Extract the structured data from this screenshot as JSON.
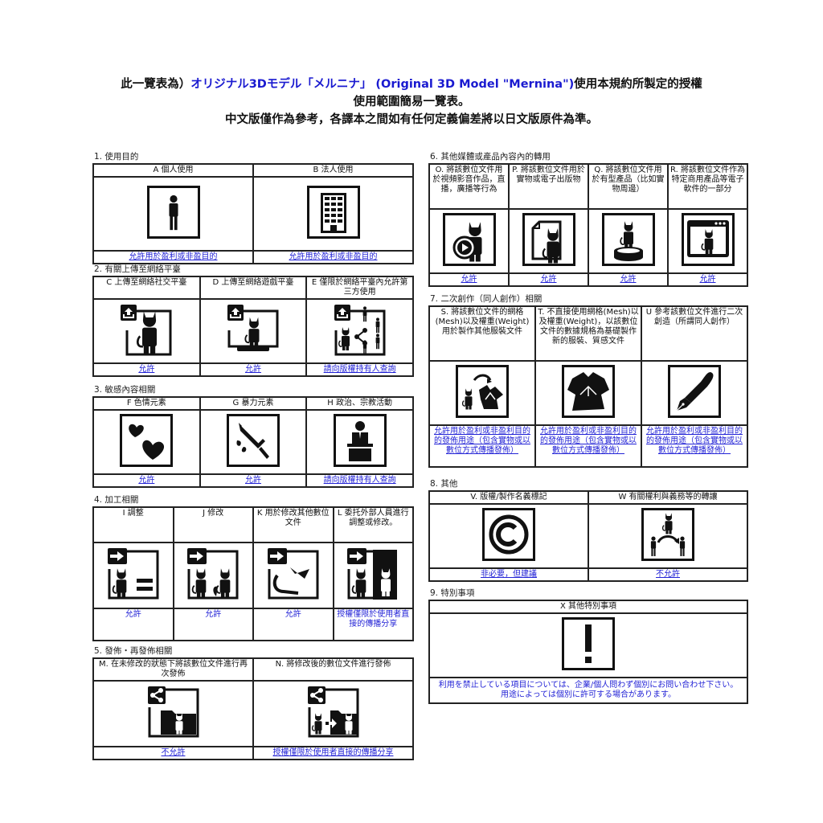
{
  "header": {
    "line1_prefix": "此一覽表為）",
    "line1_blue": "オリジナル3Dモデル「メルニナ」 (Original 3D Model \"Mernina\")",
    "line1_suffix": "使用本規約所製定的授權",
    "line2": "使用範圍簡易一覽表。",
    "line3": "中文版僅作為參考，各譯本之間如有任何定義偏差將以日文版原件為準。"
  },
  "colors": {
    "link_blue": "#2323d6",
    "title_blue": "#1a1ad0",
    "border": "#222222"
  },
  "sections": [
    {
      "title": "1. 使用目的",
      "items": [
        {
          "label": "A 個人使用",
          "icon": "person-icon",
          "result": "允許用於盈利或非盈目的"
        },
        {
          "label": "B 法人使用",
          "icon": "office-building-icon",
          "result": "允許用於盈利或非盈目的"
        }
      ]
    },
    {
      "title": "2. 有關上傳至網絡平臺",
      "items": [
        {
          "label": "C 上傳至網絡社交平臺",
          "icon": "upload-social-icon",
          "result": "允許"
        },
        {
          "label": "D 上傳至網絡遊戲平臺",
          "icon": "upload-game-monitor-icon",
          "result": "允許"
        },
        {
          "label": "E 僅限於網絡平臺內允許第三方使用",
          "icon": "upload-share-third-party-icon",
          "result": "請向版權持有人查詢"
        }
      ]
    },
    {
      "title": "3. 敏感內容相關",
      "items": [
        {
          "label": "F 色情元素",
          "icon": "hearts-icon",
          "result": "允許"
        },
        {
          "label": "G 暴力元素",
          "icon": "knife-blood-icon",
          "result": "允許"
        },
        {
          "label": "H 政治、宗教活動",
          "icon": "podium-speaker-icon",
          "result": "請向版權持有人查詢"
        }
      ]
    },
    {
      "title": "4. 加工相關",
      "items": [
        {
          "label": "I 調整",
          "icon": "adjust-equal-icon",
          "result": "允許"
        },
        {
          "label": "J 修改",
          "icon": "modify-icon",
          "result": "允許"
        },
        {
          "label": "K 用於修改其他數位文件",
          "icon": "modify-other-file-icon",
          "result": "允許"
        },
        {
          "label": "L 委托外部人員進行調整或修改。",
          "icon": "outsource-modify-icon",
          "result": "授權僅限於使用者直接的傳播分享"
        }
      ]
    },
    {
      "title": "5. 發佈・再發佈相關",
      "items": [
        {
          "label": "M. 在未修改的狀態下將該數位文件進行再次發佈",
          "icon": "share-unmodified-icon",
          "result": "不允許"
        },
        {
          "label": "N. 將修改後的數位文件進行發佈",
          "icon": "share-modified-icon",
          "result": "授權僅限於使用者直接的傳播分享"
        }
      ]
    },
    {
      "title": "6. 其他媒體或產品內容內的轉用",
      "items": [
        {
          "label": "O. 將該數位文件用於視頻影音作品，直播，廣播等行為",
          "icon": "video-play-icon",
          "result": "允許"
        },
        {
          "label": "P. 將該數位文件用於實物或電子出版物",
          "icon": "publication-icon",
          "result": "允許"
        },
        {
          "label": "Q. 將該數位文件用於有型產品（比如實物周邊）",
          "icon": "figure-stand-icon",
          "result": "允許"
        },
        {
          "label": "R. 將該數位文件作為特定商用產品等電子軟件的一部分",
          "icon": "software-window-icon",
          "result": "允許"
        }
      ]
    },
    {
      "title": "7. 二次創作（同人創作）相關",
      "items": [
        {
          "label": "S. 將該數位文件的網格(Mesh)以及權重(Weight)用於製作其他服裝文件",
          "icon": "mesh-to-clothing-icon",
          "result": "允許用於盈利或非盈利目的的發佈用途（包含實物或以數位方式傳播發佈）"
        },
        {
          "label": "T. 不直接使用網格(Mesh)以及權重(Weight)，以該數位文件的數據規格為基礎製作新的服裝、質感文件",
          "icon": "clothing-icon",
          "result": "允許用於盈利或非盈利目的的發佈用途（包含實物或以數位方式傳播發佈）"
        },
        {
          "label": "U 參考該數位文件進行二次創造（所謂同人創作）",
          "icon": "fountain-pen-icon",
          "result": "允許用於盈利或非盈利目的的發佈用途（包含實物或以數位方式傳播發佈）"
        }
      ]
    },
    {
      "title": "8. 其他",
      "items": [
        {
          "label": "V. 版權/製作名義標記",
          "icon": "copyright-icon",
          "result": "非必要，但建議"
        },
        {
          "label": "W 有關權利與義務等的轉讓",
          "icon": "transfer-rights-icon",
          "result": "不允許"
        }
      ]
    },
    {
      "title": "9. 特別事項",
      "items": [
        {
          "label": "X 其他特別事項",
          "icon": "exclamation-icon",
          "result": "利用を禁止している項目については、企業/個人問わず個別にお問い合わせ下さい。用途によっては個別に許可する場合があります。"
        }
      ]
    }
  ]
}
